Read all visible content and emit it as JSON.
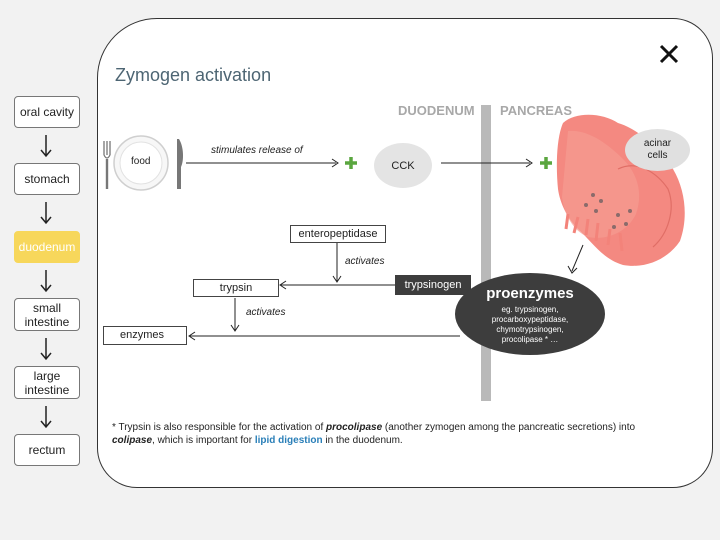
{
  "nav": {
    "items": [
      {
        "label": "oral cavity"
      },
      {
        "label": "stomach"
      },
      {
        "label": "duodenum"
      },
      {
        "label": "small intestine"
      },
      {
        "label": "large intestine"
      },
      {
        "label": "rectum"
      }
    ],
    "active_index": 2
  },
  "panel": {
    "title": "Zymogen activation",
    "zones": {
      "left": "DUODENUM",
      "right": "PANCREAS"
    },
    "food_label": "food",
    "stimulates_label": "stimulates release of",
    "cck_label": "CCK",
    "acinar_label": "acinar cells",
    "enteropeptidase_label": "enteropeptidase",
    "activates_label_1": "activates",
    "trypsin_label": "trypsin",
    "activates_label_2": "activates",
    "enzymes_label": "enzymes",
    "trypsinogen_label": "trypsinogen",
    "proenzymes": {
      "title": "proenzymes",
      "examples": "eg. trypsinogen, procarboxypeptidase, chymotrypsinogen, procolipase * …"
    },
    "footnote": {
      "part1": "* Trypsin is also responsible for the activation of ",
      "procolipase": "procolipase",
      "part2": " (another zymogen among the pancreatic secretions) into ",
      "colipase": "colipase",
      "part3": ", which is important for ",
      "lipid": "lipid digestion",
      "part4": " in the duodenum."
    }
  },
  "colors": {
    "active": "#f7d75b",
    "plus": "#5aa63f",
    "pancreas": "#f3837a",
    "accent_blue": "#2a7fb8"
  },
  "icons": [
    "close-icon",
    "plate-icon",
    "fork-icon",
    "knife-icon",
    "plus-icon",
    "arrow-down-icon",
    "pancreas-cell-illustration"
  ]
}
